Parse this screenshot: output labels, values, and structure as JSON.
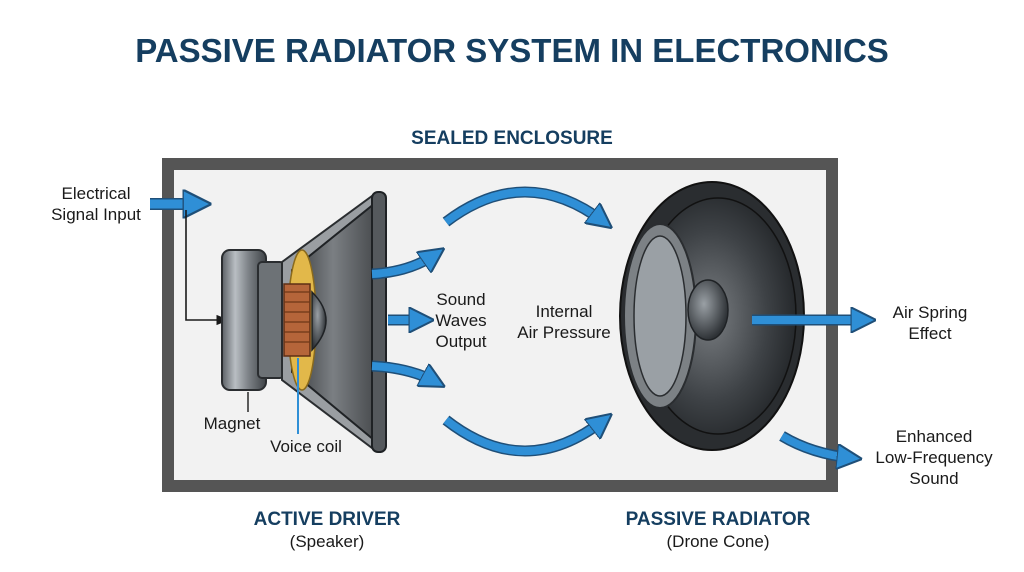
{
  "title": "PASSIVE RADIATOR SYSTEM IN ELECTRONICS",
  "enclosure_label": "SEALED ENCLOSURE",
  "labels": {
    "electrical_input": [
      "Electrical",
      "Signal Input"
    ],
    "sound_waves": [
      "Sound",
      "Waves",
      "Output"
    ],
    "internal_pressure": [
      "Internal",
      "Air Pressure"
    ],
    "air_spring": [
      "Air Spring",
      "Effect"
    ],
    "enhanced_sound": [
      "Enhanced",
      "Low-Frequency",
      "Sound"
    ],
    "magnet": "Magnet",
    "voice_coil": "Voice coil"
  },
  "captions": {
    "active_driver": {
      "title": "ACTIVE DRIVER",
      "subtitle": "(Speaker)"
    },
    "passive_radiator": {
      "title": "PASSIVE RADIATOR",
      "subtitle": "(Drone Cone)"
    }
  },
  "colors": {
    "title": "#153e60",
    "arrow": "#2f8fd6",
    "enclosure_border": "#555555",
    "enclosure_fill": "#f2f2f2",
    "coil": "#b5653a",
    "suspension": "#e2b84a"
  }
}
